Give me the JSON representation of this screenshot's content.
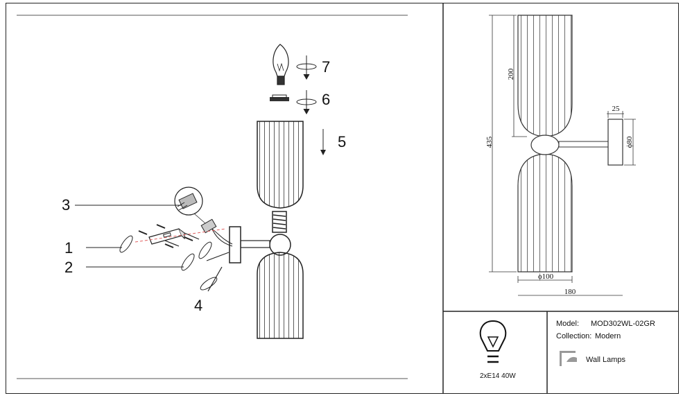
{
  "assembly": {
    "callouts": [
      "1",
      "2",
      "3",
      "4",
      "5",
      "6",
      "7"
    ]
  },
  "dimensions": {
    "total_height": "435",
    "shade_height": "200",
    "canopy_offset": "25",
    "canopy_diameter": "ϕ80",
    "shade_diameter": "ϕ100",
    "total_depth": "180"
  },
  "spec": {
    "bulb": "2xE14 40W",
    "model_label": "Model:",
    "model_value": "MOD302WL-02GR",
    "collection_label": "Collection:",
    "collection_value": "Modern",
    "category": "Wall Lamps"
  }
}
